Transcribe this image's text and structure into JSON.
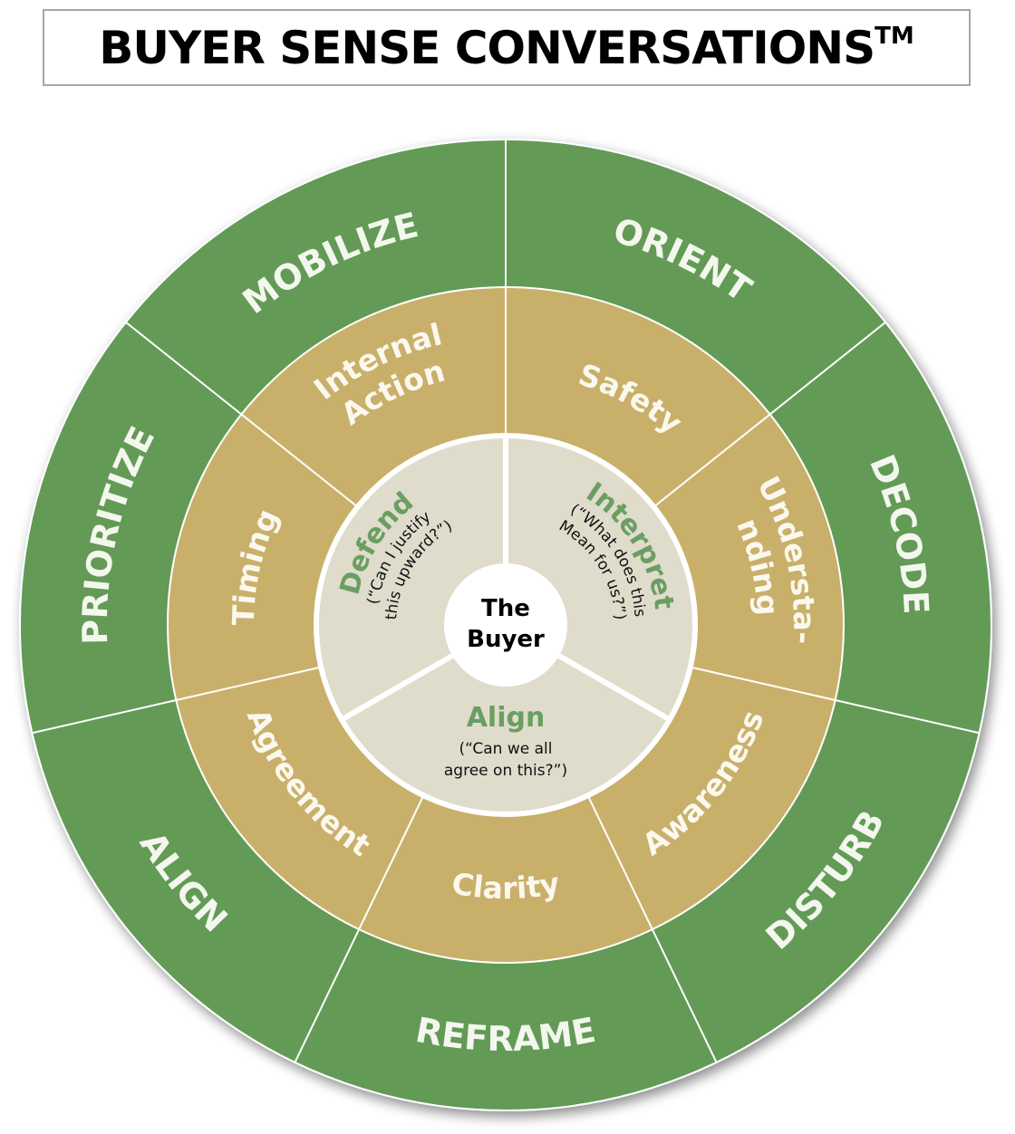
{
  "title": {
    "text": "BUYER SENSE CONVERSATIONS",
    "trademark": "TM"
  },
  "colors": {
    "outer_ring": "#629a57",
    "middle_ring": "#c9b06a",
    "inner_ring": "#e0dccc",
    "inner_title_text": "#6a9e62",
    "divider": "#ffffff",
    "title_border": "#a6a6a6"
  },
  "center": {
    "lines": [
      "The",
      "Buyer"
    ]
  },
  "segments": [
    {
      "outer_label": "ORIENT",
      "middle_lines": [
        "Safety"
      ]
    },
    {
      "outer_label": "DECODE",
      "middle_lines": [
        "Understa-",
        "nding"
      ]
    },
    {
      "outer_label": "DISTURB",
      "middle_lines": [
        "Awareness"
      ]
    },
    {
      "outer_label": "REFRAME",
      "middle_lines": [
        "Clarity"
      ]
    },
    {
      "outer_label": "ALIGN",
      "middle_lines": [
        "Agreement"
      ]
    },
    {
      "outer_label": "PRIORITIZE",
      "middle_lines": [
        "Timing"
      ]
    },
    {
      "outer_label": "MOBILIZE",
      "middle_lines": [
        "Internal",
        "Action"
      ]
    }
  ],
  "inner_segments": [
    {
      "title": "Interpret",
      "quote_lines": [
        "(“What does this",
        "Mean for us?”)"
      ]
    },
    {
      "title": "Align",
      "quote_lines": [
        "(“Can we all",
        "agree on this?”)"
      ]
    },
    {
      "title": "Defend",
      "quote_lines": [
        "(“Can I justify",
        "this upward?”)"
      ]
    }
  ]
}
